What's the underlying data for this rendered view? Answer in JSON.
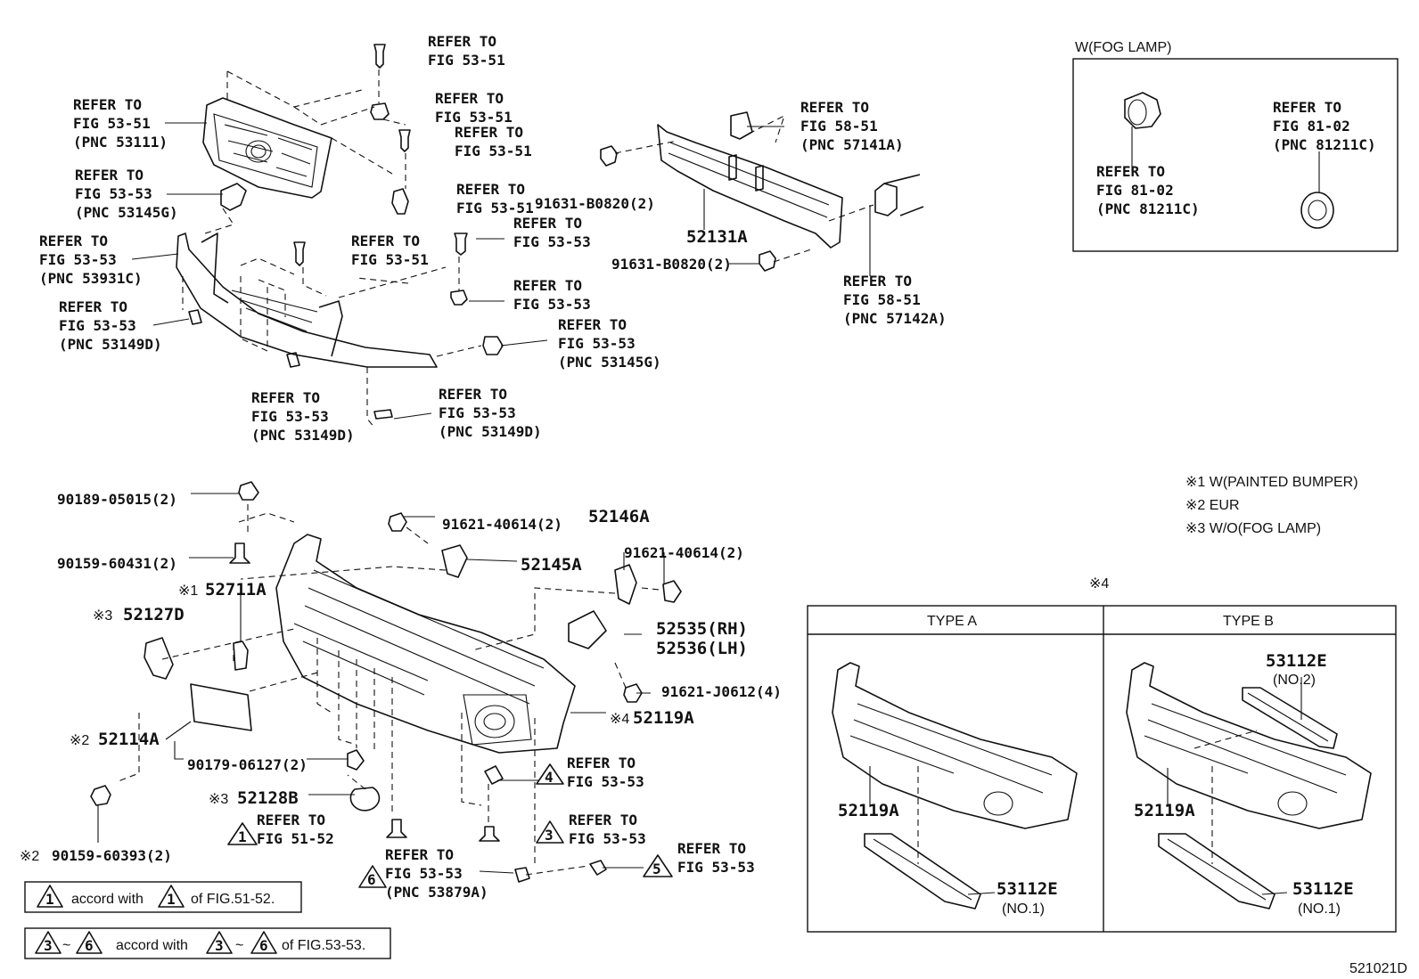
{
  "labels": {
    "l1": [
      "REFER TO",
      "FIG 53-51"
    ],
    "l2": [
      "REFER TO",
      "FIG 53-51"
    ],
    "l3": [
      "REFER TO",
      "FIG 53-51"
    ],
    "l4": [
      "REFER TO",
      "FIG 53-51"
    ],
    "l5": [
      "REFER TO",
      "FIG 53-51",
      "(PNC 53111)"
    ],
    "l6": [
      "REFER TO",
      "FIG 53-53",
      "(PNC 53145G)"
    ],
    "l7": [
      "REFER TO",
      "FIG 53-53",
      "(PNC 53931C)"
    ],
    "l8": [
      "REFER TO",
      "FIG 53-51"
    ],
    "l9": [
      "REFER TO",
      "FIG 53-53"
    ],
    "l10": [
      "REFER TO",
      "FIG 53-53"
    ],
    "l11": [
      "REFER TO",
      "FIG 53-53",
      "(PNC 53149D)"
    ],
    "l12": [
      "REFER TO",
      "FIG 53-53",
      "(PNC 53145G)"
    ],
    "l13": [
      "REFER TO",
      "FIG 53-53",
      "(PNC 53149D)"
    ],
    "l14": [
      "REFER TO",
      "FIG 53-53",
      "(PNC 53149D)"
    ],
    "l15": [
      "REFER TO",
      "FIG 58-51",
      "(PNC 57141A)"
    ],
    "l16": [
      "REFER TO",
      "FIG 58-51",
      "(PNC 57142A)"
    ],
    "l17": [
      "REFER TO",
      "FIG 81-02",
      "(PNC 81211C)"
    ],
    "l18": [
      "REFER TO",
      "FIG 81-02",
      "(PNC 81211C)"
    ],
    "l19": [
      "REFER TO",
      "FIG 53-53"
    ],
    "l20": [
      "REFER TO",
      "FIG 51-52"
    ],
    "l21": [
      "REFER TO",
      "FIG 53-53"
    ],
    "l22": [
      "REFER TO",
      "FIG 53-53",
      "(PNC 53879A)"
    ],
    "l23": [
      "REFER TO",
      "FIG 53-53"
    ]
  },
  "parts": {
    "p1": "91631-B0820(2)",
    "p2": "52131A",
    "p3": "91631-B0820(2)",
    "p4": "90189-05015(2)",
    "p5": "91621-40614(2)",
    "p6": "52146A",
    "p7": "90159-60431(2)",
    "p8": "52145A",
    "p9": "91621-40614(2)",
    "p10": "52711A",
    "p11": "52127D",
    "p12": "52535(RH)",
    "p13": "52536(LH)",
    "p14": "91621-J0612(4)",
    "p15": "52119A",
    "p16": "52114A",
    "p17": "90179-06127(2)",
    "p18": "52128B",
    "p19": "90159-60393(2)",
    "p20": "52119A",
    "p21": "52119A",
    "p22": "53112E",
    "p23": "(NO.1)",
    "p24": "53112E",
    "p25": "(NO.1)",
    "p26": "53112E",
    "p27": "(NO.2)"
  },
  "marks": {
    "m1": "※1",
    "m2": "※3",
    "m3": "※4",
    "m4": "※2",
    "m5": "※3",
    "m6": "※2",
    "m7": "※4"
  },
  "triangles": {
    "t3a": "4",
    "t1a": "1",
    "t3b": "3",
    "t6a": "6",
    "t5a": "5"
  },
  "fog_box": {
    "title": "W(FOG LAMP)"
  },
  "notes": [
    "※1 W(PAINTED BUMPER)",
    "※2 EUR",
    "※3 W/O(FOG LAMP)"
  ],
  "type_box": {
    "type_a": "TYPE A",
    "type_b": "TYPE B"
  },
  "legend1": {
    "tri": "1",
    "text1": "accord with",
    "tri2": "1",
    "text2": "of FIG.51-52."
  },
  "legend2": {
    "tri_a": "3",
    "tilde": "~",
    "tri_b": "6",
    "text1": "accord with",
    "tri_c": "3",
    "tilde2": "~",
    "tri_d": "6",
    "text2": "of FIG.53-53."
  },
  "figure_code": "521021D"
}
